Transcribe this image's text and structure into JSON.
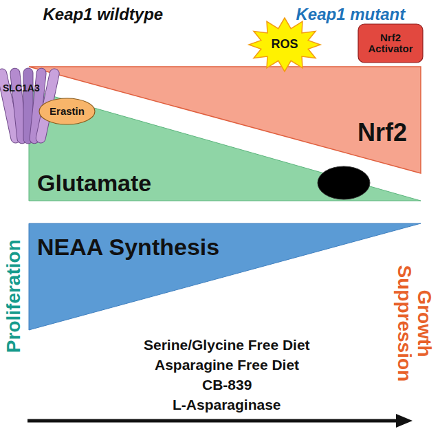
{
  "diagram": {
    "nodes": [
      {
        "text": [
          "SLC1A3"
        ]
      },
      {
        "text": [
          "Erastin"
        ]
      },
      {
        "text": [
          "ROS"
        ]
      },
      {
        "text": [
          "Nrf2 Activator"
        ]
      },
      {
        "text": [
          "Nrf2"
        ]
      },
      {
        "text": [
          "Glutamate"
        ]
      },
      {
        "text": [
          "NEAA Synthesis"
        ]
      }
    ],
    "labels": [
      "Keap1 wildtype",
      "Keap1 mutant",
      "Proliferation",
      "Growth Suppression",
      "Serine/Glycine Free Diet",
      "Asparagine Free Diet",
      "CB-839",
      "L-Asparaginase"
    ]
  }
}
